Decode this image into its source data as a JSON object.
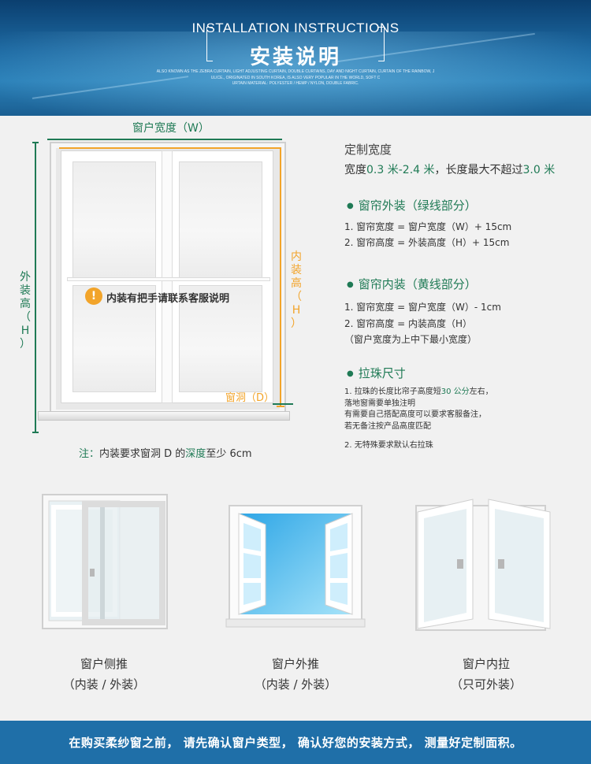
{
  "header": {
    "title_en": "INSTALLATION INSTRUCTIONS",
    "title_cn": "安装说明",
    "desc": [
      "ALSO KNOWN AS THE ZEBRA CURTAIN, LIGHT ADJUSTING CURTAIN, DOUBLE CURTAINS, DAY AND NIGHT CURTAIN, CURTAIN OF THE RAINBOW, J",
      "ULICE., ORIGINATED IN SOUTH KOREA, IS ALSO VERY POPULAR IN THE WORLD, SOFT C",
      "URTAIN MATERIAL: POLYESTER / HEMP / NYLON, DOUBLE FABRIC."
    ]
  },
  "diagram": {
    "width_label": "窗户宽度（W）",
    "outer_height_label": [
      "外",
      "装",
      "高",
      "（",
      "H",
      "）"
    ],
    "inner_height_label": [
      "内",
      "装",
      "高",
      "（",
      "H",
      "）"
    ],
    "depth_label": "窗洞（D）",
    "warning_icon": "!",
    "warning_text": "内装有把手请联系客服说明",
    "note_prefix": "注：",
    "note_a": "内装要求窗洞 D 的",
    "note_highlight": "深度",
    "note_b": "至少 6cm"
  },
  "custom_width": {
    "title": "定制宽度",
    "line_a": "宽度",
    "min": "0.3 米",
    "sep": "-",
    "max": "2.4 米",
    "line_b": "，长度最大不超过",
    "len": "3.0 米"
  },
  "outside_mount": {
    "title": "窗帘外装（绿线部分）",
    "items": [
      "1. 窗帘宽度 = 窗户宽度（W）+ 15cm",
      "2. 窗帘高度 = 外装高度（H）+ 15cm"
    ]
  },
  "inside_mount": {
    "title": "窗帘内装（黄线部分）",
    "items": [
      "1. 窗帘宽度 = 窗户宽度（W）- 1cm",
      "2. 窗帘高度 = 内装高度（H）",
      "（窗户宽度为上中下最小宽度）"
    ]
  },
  "pull_bead": {
    "title": "拉珠尺寸",
    "line1_a": "1. 拉珠的长度比帘子高度短",
    "line1_hl": "30 公分",
    "line1_b": "左右，",
    "line2": "落地窗需要单独注明",
    "line3": "有需要自己搭配高度可以要求客服备注，",
    "line4": "若无备注按产品高度匹配",
    "line5": "2. 无特殊要求默认右拉珠"
  },
  "window_types": [
    {
      "name": "窗户侧推",
      "mount": "（内装 / 外装）"
    },
    {
      "name": "窗户外推",
      "mount": "（内装 / 外装）"
    },
    {
      "name": "窗户内拉",
      "mount": "（只可外装）"
    }
  ],
  "footer": {
    "text": "在购买柔纱窗之前， 请先确认窗户类型， 确认好您的安装方式， 测量好定制面积。"
  },
  "colors": {
    "green": "#1f7a55",
    "yellow": "#f2a42a",
    "blue": "#1f6fa8"
  }
}
